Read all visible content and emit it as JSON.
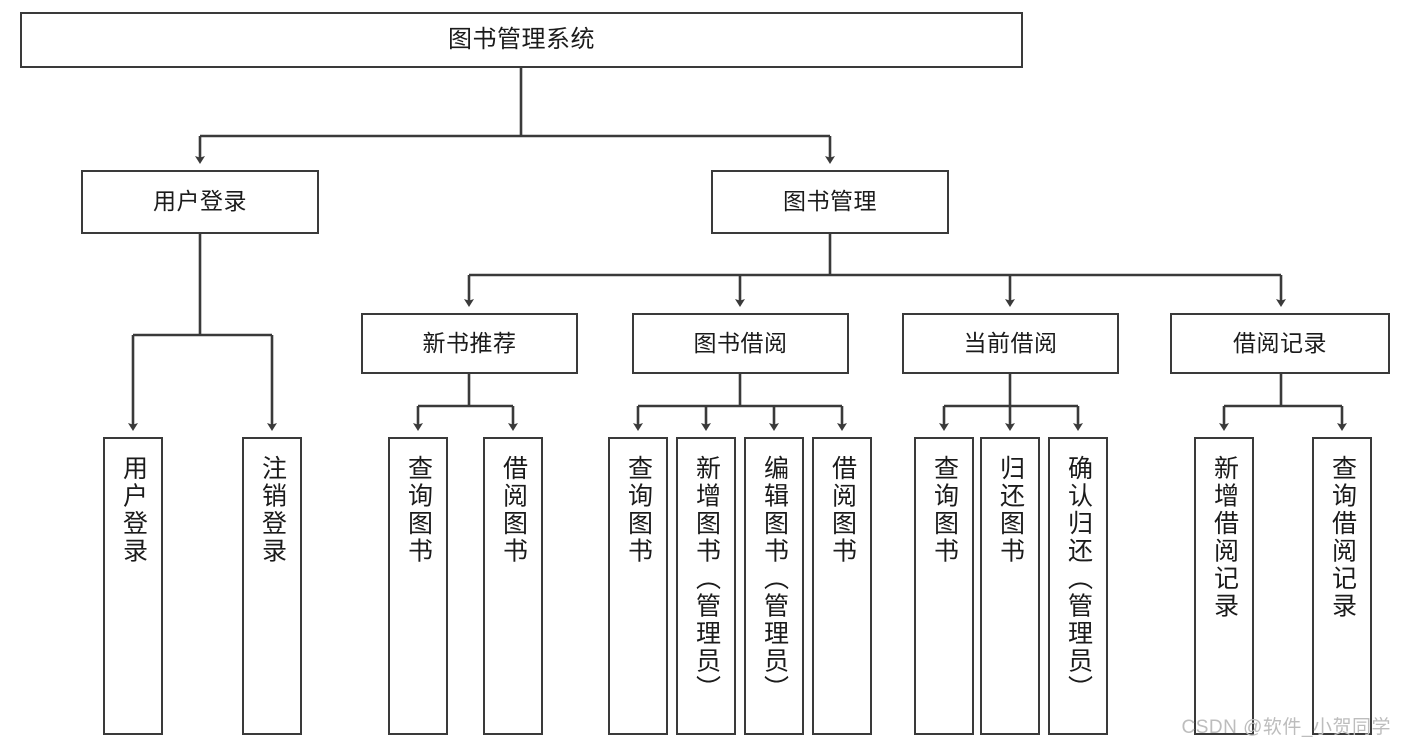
{
  "diagram": {
    "title": "图书管理系统",
    "type": "tree-hierarchy",
    "watermark": "CSDN @软件_小贺同学",
    "colors": {
      "stroke": "#3a3a3a",
      "fill": "#ffffff",
      "text": "#1b1b1b",
      "watermark": "#bdbdbd"
    },
    "root": {
      "label": "图书管理系统"
    },
    "level2": [
      {
        "label": "用户登录"
      },
      {
        "label": "图书管理"
      }
    ],
    "level3": [
      {
        "label": "新书推荐"
      },
      {
        "label": "图书借阅"
      },
      {
        "label": "当前借阅"
      },
      {
        "label": "借阅记录"
      }
    ],
    "leaves": {
      "user_login": [
        {
          "label": "用户登录"
        },
        {
          "label": "注销登录"
        }
      ],
      "new_book_recommend": [
        {
          "label": "查询图书"
        },
        {
          "label": "借阅图书"
        }
      ],
      "book_borrow": [
        {
          "label": "查询图书"
        },
        {
          "label": "新增图书（管理员）"
        },
        {
          "label": "编辑图书（管理员）"
        },
        {
          "label": "借阅图书"
        }
      ],
      "current_borrow": [
        {
          "label": "查询图书"
        },
        {
          "label": "归还图书"
        },
        {
          "label": "确认归还（管理员）"
        }
      ],
      "borrow_record": [
        {
          "label": "新增借阅记录"
        },
        {
          "label": "查询借阅记录"
        }
      ]
    }
  }
}
